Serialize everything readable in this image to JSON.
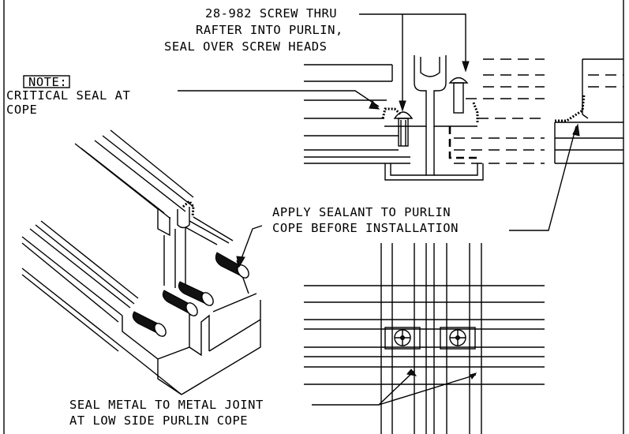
{
  "callouts": {
    "screw_line1": "28-982 SCREW THRU",
    "screw_line2": "RAFTER INTO PURLIN,",
    "screw_line3": "SEAL OVER SCREW HEADS",
    "note_label": "NOTE:",
    "critical_line1": "CRITICAL SEAL AT",
    "critical_line2": "COPE",
    "apply_line1": "APPLY SEALANT TO PURLIN",
    "apply_line2": "COPE BEFORE INSTALLATION",
    "seal_line1": "SEAL METAL TO METAL JOINT",
    "seal_line2": "AT LOW SIDE PURLIN COPE"
  }
}
